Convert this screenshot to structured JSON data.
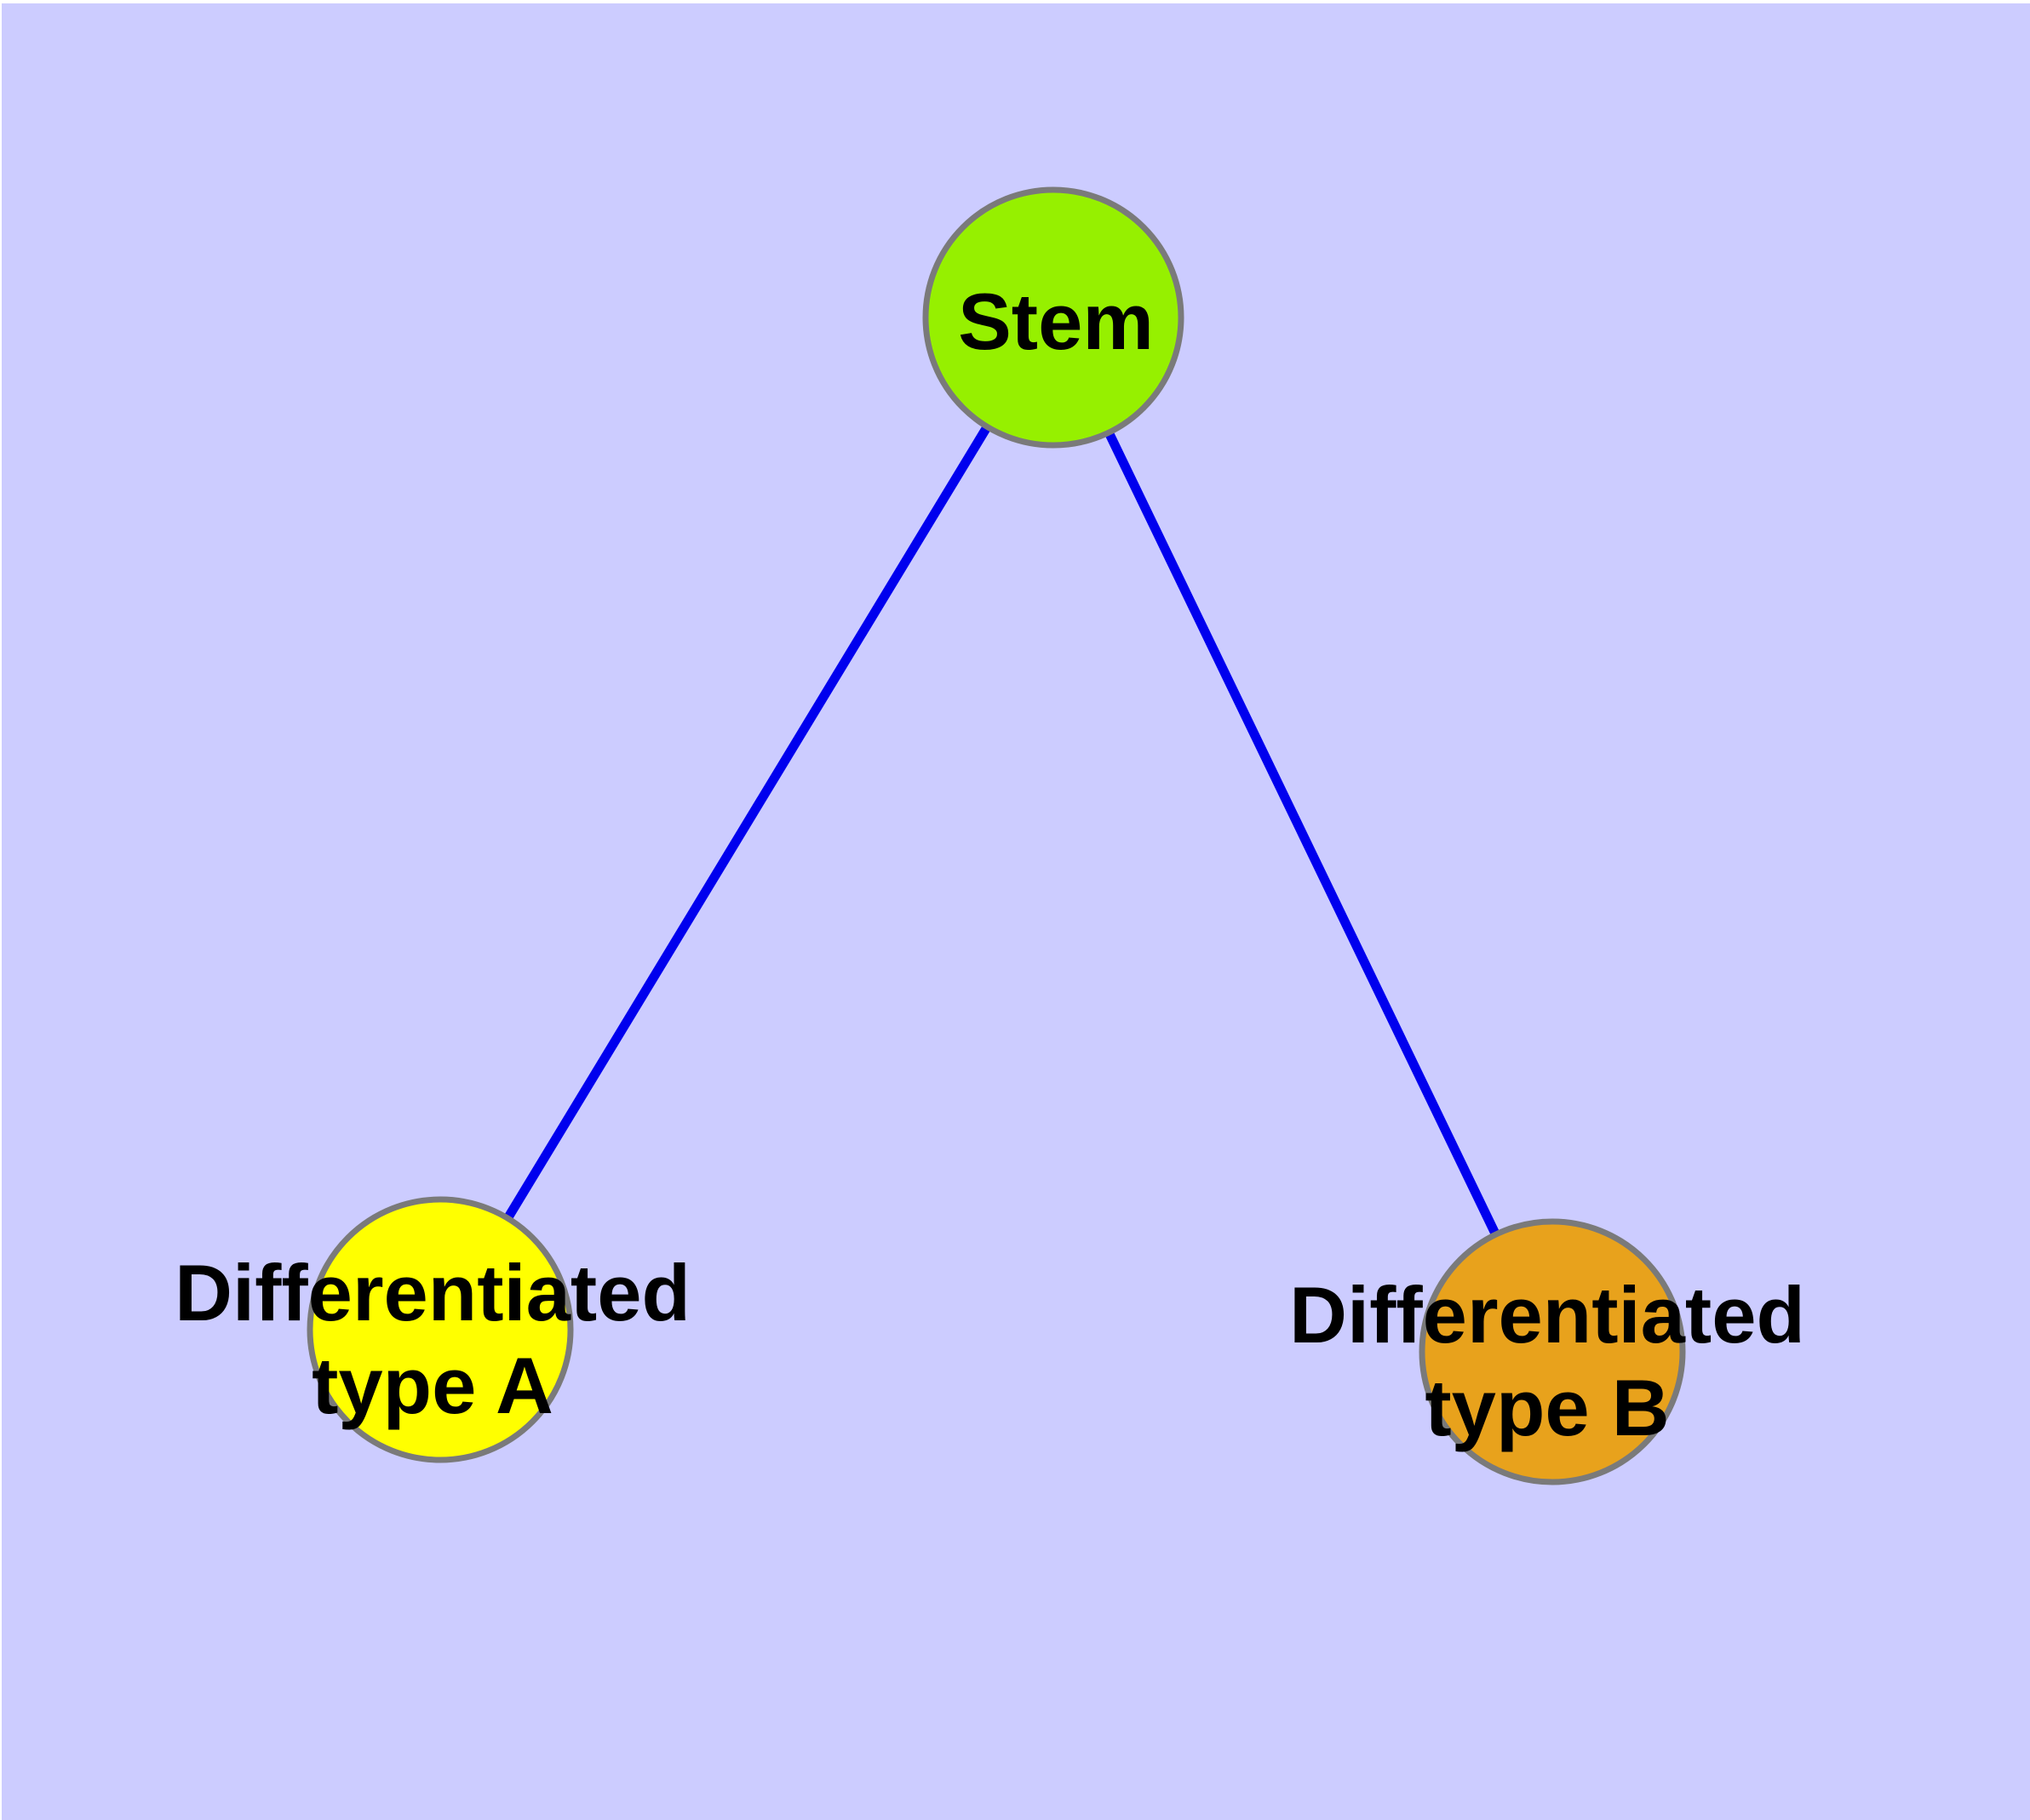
{
  "diagram": {
    "type": "graph",
    "description": "Stem cell differentiation graph: one stem node linked to two differentiated cell type nodes",
    "colors": {
      "page_margin": "#ffffff",
      "background": "#ccccff",
      "edge": "#0000ee",
      "node_border": "#7a7a7a",
      "label_text": "#000000"
    },
    "nodes": [
      {
        "id": "stem",
        "label": "Stem",
        "fill": "#96f000"
      },
      {
        "id": "diff-type-a",
        "label_line1": "Differentiated",
        "label_line2": "type A",
        "fill": "#ffff00"
      },
      {
        "id": "diff-type-b",
        "label_line1": "Differentiated",
        "label_line2": "type B",
        "fill": "#e8a21c"
      }
    ],
    "edges": [
      {
        "from": "stem",
        "to": "diff-type-a"
      },
      {
        "from": "stem",
        "to": "diff-type-b"
      }
    ]
  }
}
